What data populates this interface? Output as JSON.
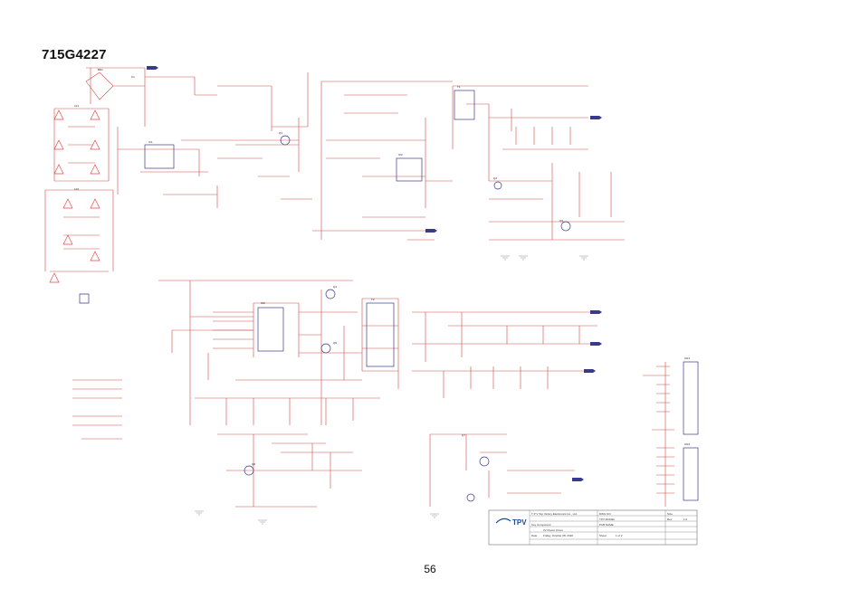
{
  "document": {
    "title": "715G4227",
    "page_number": "56",
    "colors": {
      "wire": "#d04a4a",
      "component": "#3a3a8a",
      "warning": "#e04a4a",
      "logo": "#1a4a9a"
    }
  },
  "title_block": {
    "company": "T P V   Top  Victory  Electronics  Co.,  Ltd.",
    "dwg_no": "DWG NO.",
    "tpv_model": "TPV MODEL",
    "pcb_name": "PCB NAME",
    "key_component": "Key Component",
    "schematic_title": "I/V Power circuit",
    "date_label": "Date",
    "date_value": "Friday, October 08, 2010",
    "sheet_label": "Sheet",
    "sheet_value": "1  of  2",
    "size_label": "Size",
    "rev_label": "Rev",
    "rev_value": "1.0",
    "logo": "TPV"
  }
}
